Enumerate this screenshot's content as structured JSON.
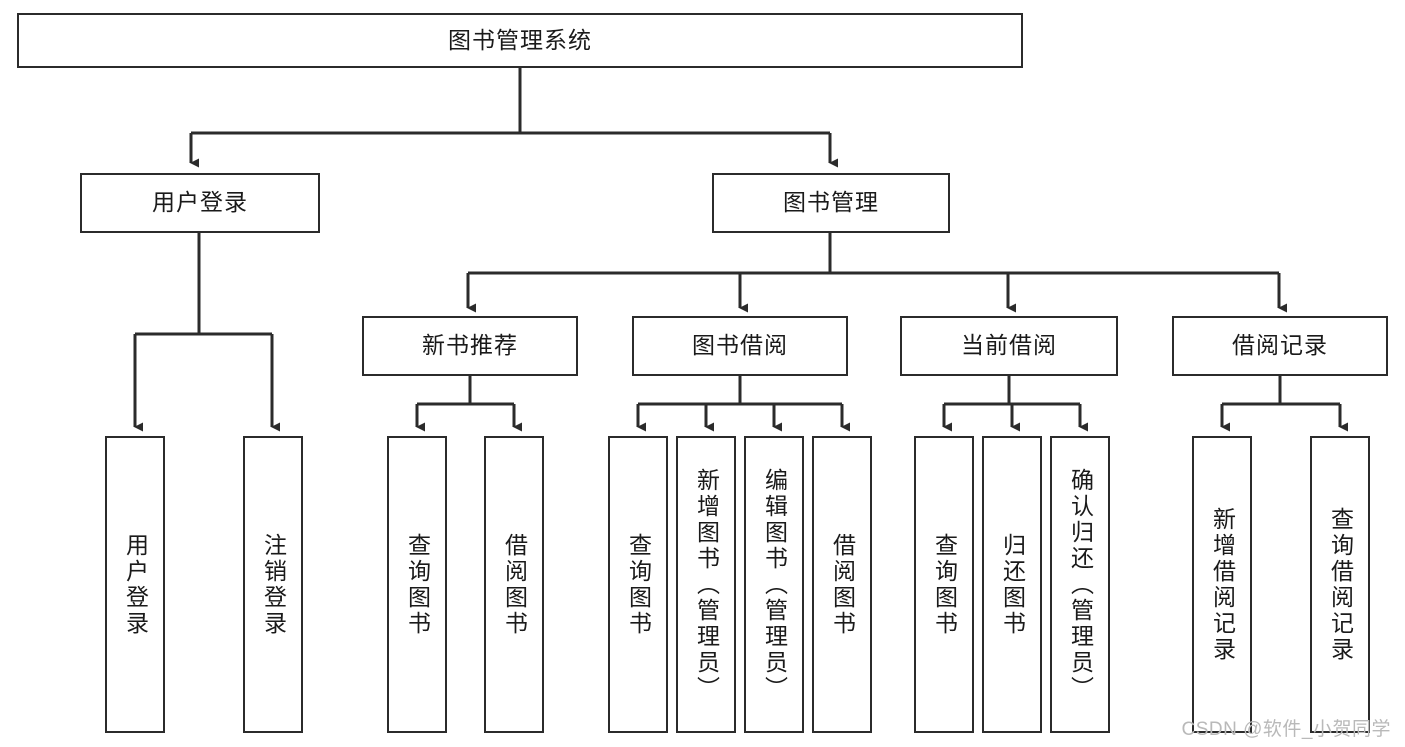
{
  "diagram": {
    "type": "tree",
    "title": "图书管理系统",
    "watermark": "CSDN @软件_小贺同学",
    "colors": {
      "background": "#ffffff",
      "stroke": "#2b2b2b",
      "text": "#1a1a1a",
      "watermark": "#b9b9b9"
    },
    "levels": {
      "root": "图书管理系统",
      "level2": [
        "用户登录",
        "图书管理"
      ],
      "level3": [
        "新书推荐",
        "图书借阅",
        "当前借阅",
        "借阅记录"
      ]
    },
    "nodes": {
      "root": {
        "label": "图书管理系统"
      },
      "user_login": {
        "label": "用户登录"
      },
      "book_manage": {
        "label": "图书管理"
      },
      "new_book_rec": {
        "label": "新书推荐"
      },
      "book_borrow": {
        "label": "图书借阅"
      },
      "current_borrow": {
        "label": "当前借阅"
      },
      "borrow_record": {
        "label": "借阅记录"
      }
    },
    "leaves": {
      "user_login": [
        {
          "label": "用户登录"
        },
        {
          "label": "注销登录"
        }
      ],
      "new_book_rec": [
        {
          "label": "查询图书"
        },
        {
          "label": "借阅图书"
        }
      ],
      "book_borrow": [
        {
          "label": "查询图书"
        },
        {
          "label": "新增图书（管理员）"
        },
        {
          "label": "编辑图书（管理员）"
        },
        {
          "label": "借阅图书"
        }
      ],
      "current_borrow": [
        {
          "label": "查询图书"
        },
        {
          "label": "归还图书"
        },
        {
          "label": "确认归还（管理员）"
        }
      ],
      "borrow_record": [
        {
          "label": "新增借阅记录"
        },
        {
          "label": "查询借阅记录"
        }
      ]
    }
  }
}
